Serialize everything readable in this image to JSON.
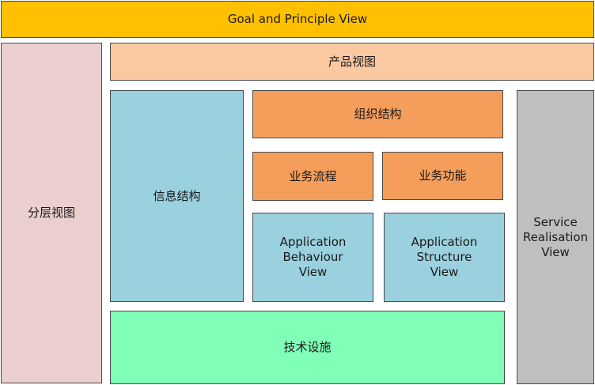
{
  "boxes": {
    "goal": "Goal and Principle View",
    "product": "产品视图",
    "layered": "分层视图",
    "info": "信息结构",
    "org": "组织结构",
    "process": "业务流程",
    "function": "业务功能",
    "app_behaviour": "Application\nBehaviour\nView",
    "app_structure": "Application\nStructure\nView",
    "service": "Service\nRealisation\nView",
    "tech": "技术设施"
  },
  "colors": {
    "goal": "#ffc000",
    "product": "#fac9a1",
    "layered": "#ebcfcf",
    "info": "#9bd0de",
    "business": "#f59e5b",
    "application": "#9bd0de",
    "service": "#bfbfbf",
    "tech": "#80ffb8"
  }
}
